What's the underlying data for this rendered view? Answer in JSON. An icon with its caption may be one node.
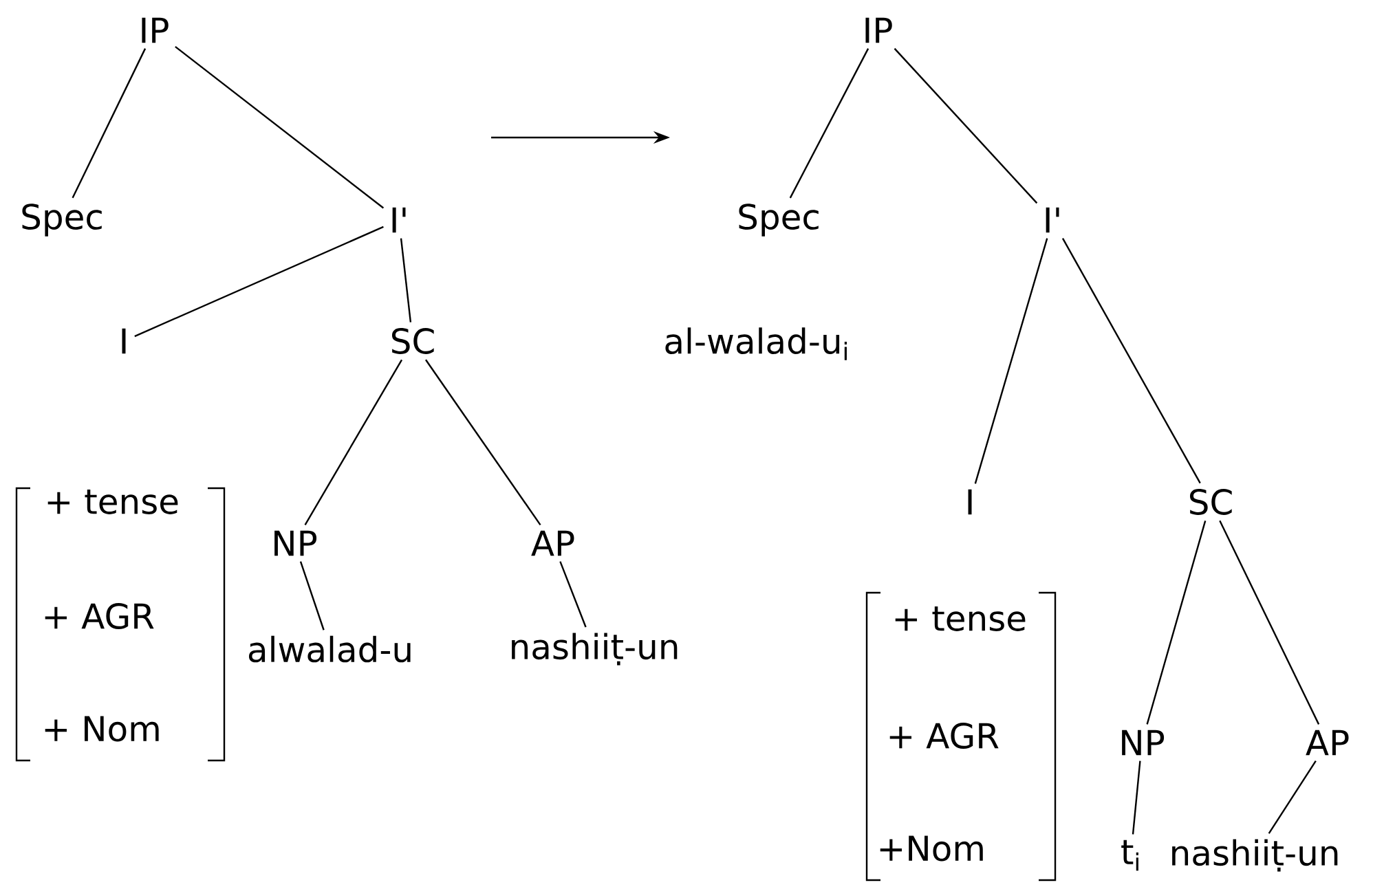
{
  "diagram": {
    "nodes": [
      {
        "text": [
          "IP"
        ]
      },
      {
        "text": [
          "Spec"
        ]
      },
      {
        "text": [
          "I'"
        ]
      },
      {
        "text": [
          "I"
        ]
      },
      {
        "text": [
          "SC"
        ]
      },
      {
        "text": [
          "NP"
        ]
      },
      {
        "text": [
          "AP"
        ]
      },
      {
        "text": [
          "alwalad-u"
        ]
      },
      {
        "text": [
          "nashiiṭ-un"
        ]
      },
      {
        "text": [
          "IP"
        ]
      },
      {
        "text": [
          "Spec"
        ]
      },
      {
        "text": [
          "I'"
        ]
      },
      {
        "text": [
          "I"
        ]
      },
      {
        "text": [
          "SC"
        ]
      },
      {
        "text": [
          "NP"
        ]
      },
      {
        "text": [
          "AP"
        ]
      },
      {
        "text": [
          "t$_{i}$"
        ]
      },
      {
        "text": [
          "nashiiṭ-un"
        ]
      }
    ],
    "edges": [
      {
        "from": 0,
        "to": 1,
        "arrow": "none"
      },
      {
        "from": 0,
        "to": 2,
        "arrow": "none"
      },
      {
        "from": 2,
        "to": 3,
        "arrow": "none"
      },
      {
        "from": 2,
        "to": 4,
        "arrow": "none"
      },
      {
        "from": 4,
        "to": 5,
        "arrow": "none"
      },
      {
        "from": 4,
        "to": 6,
        "arrow": "none"
      },
      {
        "from": 5,
        "to": 7,
        "arrow": "none"
      },
      {
        "from": 6,
        "to": 8,
        "arrow": "none"
      },
      {
        "from": 9,
        "to": 10,
        "arrow": "none"
      },
      {
        "from": 9,
        "to": 11,
        "arrow": "none"
      },
      {
        "from": 11,
        "to": 12,
        "arrow": "none"
      },
      {
        "from": 11,
        "to": 13,
        "arrow": "none"
      },
      {
        "from": 13,
        "to": 14,
        "arrow": "none"
      },
      {
        "from": 13,
        "to": 15,
        "arrow": "none"
      },
      {
        "from": 14,
        "to": 16,
        "arrow": "none"
      },
      {
        "from": 15,
        "to": 17,
        "arrow": "none"
      }
    ],
    "labels": [
      "+ tense",
      "+ AGR",
      "+ Nom",
      "al-walad-u$_{i}$",
      "+ tense",
      "+ AGR",
      "+Nom"
    ]
  }
}
